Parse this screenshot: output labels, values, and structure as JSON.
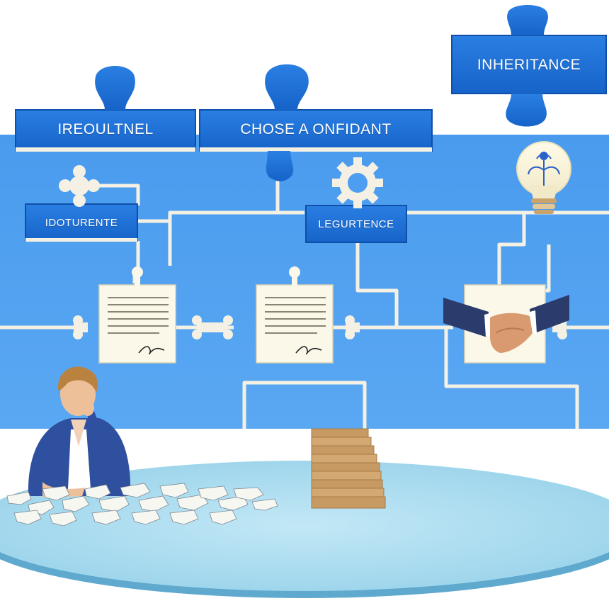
{
  "colors": {
    "wall": "#4d9df0",
    "tile": "#1d6fd6",
    "tile_edge": "#0f4fa8",
    "line": "#f4f1e4",
    "paper": "#fbf8ea",
    "table_top": "#a9dcf0",
    "table_edge": "#5fa9cf",
    "wood": "#c79a63"
  },
  "labels": {
    "top_left": "IREOULTNEL",
    "top_center": "CHOSE A ONFIDANT",
    "top_right": "INHERITANCE",
    "mid_left": "IDOTURENTE",
    "mid_center": "LEGURTENCE"
  },
  "icons": [
    "puzzle-piece-icon",
    "gear-icon",
    "lightbulb-icon",
    "document-icon",
    "handshake-icon",
    "bone-connector-icon",
    "stairs-icon",
    "person-thinking",
    "puzzle-pile"
  ]
}
